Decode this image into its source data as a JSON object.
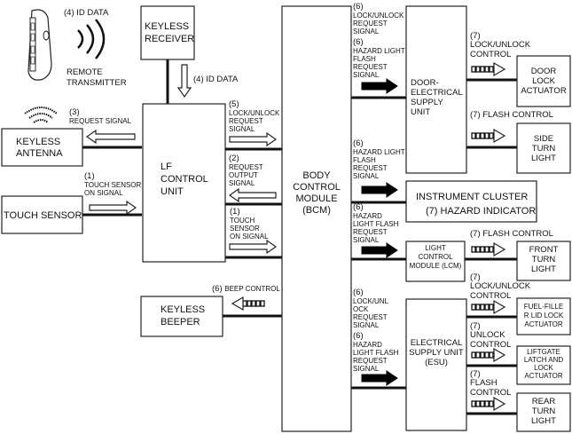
{
  "diagram": {
    "title": "Keyless Entry System Wiring / Signal Flow",
    "nodes": {
      "remote_transmitter": {
        "label": [
          "REMOTE",
          "TRANSMITTER"
        ]
      },
      "keyless_receiver": {
        "label": [
          "KEYLESS",
          "RECEIVER"
        ]
      },
      "lf_control_unit": {
        "label": [
          "LF",
          "CONTROL",
          "UNIT"
        ]
      },
      "keyless_antenna": {
        "label": [
          "KEYLESS",
          "ANTENNA"
        ]
      },
      "touch_sensor": {
        "label": [
          "TOUCH SENSOR"
        ]
      },
      "keyless_beeper": {
        "label": [
          "KEYLESS",
          "BEEPER"
        ]
      },
      "bcm": {
        "label": [
          "BODY",
          "CONTROL",
          "MODULE",
          "(BCM)"
        ]
      },
      "door_esu": {
        "label": [
          "DOOR-",
          "ELECTRICAL",
          "SUPPLY",
          "UNIT"
        ]
      },
      "instrument_cluster": {
        "label": [
          "INSTRUMENT CLUSTER",
          "(7) HAZARD INDICATOR"
        ]
      },
      "lcm": {
        "label": [
          "LIGHT",
          "CONTROL",
          "MODULE (LCM)"
        ]
      },
      "esu": {
        "label": [
          "ELECTRICAL",
          "SUPPLY UNIT",
          "(ESU)"
        ]
      },
      "door_lock_actuator": {
        "label": [
          "DOOR",
          "LOCK",
          "ACTUATOR"
        ]
      },
      "side_turn_light": {
        "label": [
          "SIDE",
          "TURN",
          "LIGHT"
        ]
      },
      "front_turn_light": {
        "label": [
          "FRONT",
          "TURN",
          "LIGHT"
        ]
      },
      "fuel_filler_lid_lock_actuator": {
        "label": [
          "FUEL-FILLE",
          "R LID LOCK",
          "ACTUATOR"
        ]
      },
      "liftgate_latch_lock_actuator": {
        "label": [
          "LIFTGATE",
          "LATCH AND",
          "LOCK",
          "ACTUATOR"
        ]
      },
      "rear_turn_light": {
        "label": [
          "REAR",
          "TURN",
          "LIGHT"
        ]
      }
    },
    "signals": {
      "id_data_wireless": {
        "num": "(4)",
        "text": [
          "ID DATA"
        ]
      },
      "id_data_wired": {
        "num": "(4)",
        "text": [
          "ID DATA"
        ]
      },
      "request_signal": {
        "num": "(3)",
        "text": [
          "REQUEST SIGNAL"
        ]
      },
      "touch_sensor_on_left": {
        "num": "(1)",
        "text": [
          "TOUCH SENSOR",
          "ON SIGNAL"
        ]
      },
      "lock_unlock_request_5": {
        "num": "(5)",
        "text": [
          "LOCK/UNLOCK",
          "REQUEST",
          "SIGNAL"
        ]
      },
      "request_output_2": {
        "num": "(2)",
        "text": [
          "REQUEST",
          "OUTPUT",
          "SIGNAL"
        ]
      },
      "touch_sensor_on_right": {
        "num": "(1)",
        "text": [
          "TOUCH",
          "SENSOR",
          "ON SIGNAL"
        ]
      },
      "beep_control": {
        "num": "(6)",
        "text": [
          "BEEP CONTROL"
        ]
      },
      "door_lock_unlock_req": {
        "num": "(6)",
        "text": [
          "LOCK/UNLOCK",
          "REQUEST",
          "SIGNAL"
        ]
      },
      "door_hazard_req": {
        "num": "(6)",
        "text": [
          "HAZARD LIGHT",
          "FLASH",
          "REQUEST",
          "SIGNAL"
        ]
      },
      "ic_hazard_req": {
        "num": "(6)",
        "text": [
          "HAZARD LIGHT",
          "FLASH",
          "REQUEST",
          "SIGNAL"
        ]
      },
      "lcm_hazard_req": {
        "num": "(6)",
        "text": [
          "HAZARD",
          "LIGHT FLASH",
          "REQUEST",
          "SIGNAL"
        ]
      },
      "esu_lock_unlock_req": {
        "num": "(6)",
        "text": [
          "LOCK/UNL",
          "OCK",
          "REQUEST",
          "SIGNAL"
        ]
      },
      "esu_hazard_req": {
        "num": "(6)",
        "text": [
          "HAZARD",
          "LIGHT FLASH",
          "REQUEST",
          "SIGNAL"
        ]
      },
      "door_lock_control": {
        "num": "(7)",
        "text": [
          "LOCK/UNLOCK",
          "CONTROL"
        ]
      },
      "side_flash_control": {
        "num": "(7)",
        "text": [
          "FLASH CONTROL"
        ]
      },
      "front_flash_control": {
        "num": "(7)",
        "text": [
          "FLASH CONTROL"
        ]
      },
      "fuel_lock_control": {
        "num": "(7)",
        "text": [
          "LOCK/UNLOCK",
          "CONTROL"
        ]
      },
      "liftgate_unlock_control": {
        "num": "(7)",
        "text": [
          "UNLOCK",
          "CONTROL"
        ]
      },
      "rear_flash_control": {
        "num": "(7)",
        "text": [
          "FLASH",
          "CONTROL"
        ]
      }
    }
  }
}
